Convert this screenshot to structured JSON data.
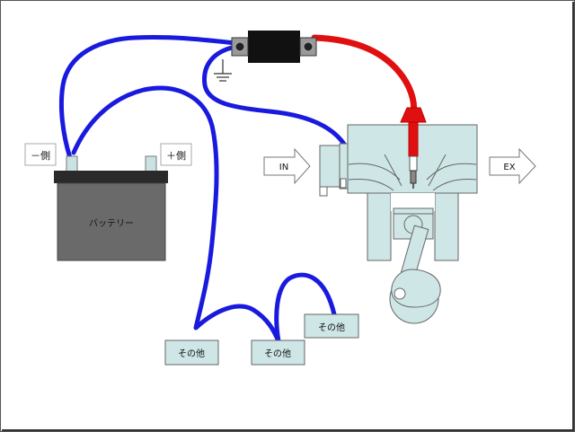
{
  "labels": {
    "negative_terminal": "－側",
    "positive_terminal": "＋側",
    "battery": "バッテリー",
    "intake": "IN",
    "exhaust": "EX",
    "other_1": "その他",
    "other_2": "その他",
    "other_3": "その他"
  },
  "colors": {
    "ground_wire": "#1a1adf",
    "hv_wire": "#e01010",
    "engine_fill": "#cfe6e6",
    "battery_body": "#6a6a6a",
    "battery_top": "#2a2a2a",
    "coil_body": "#111111",
    "label_box_fill": "#cfe6e6"
  },
  "icons": {
    "ground": "ground-symbol-icon",
    "arrow_in": "right-arrow-icon",
    "arrow_out": "right-arrow-icon"
  }
}
